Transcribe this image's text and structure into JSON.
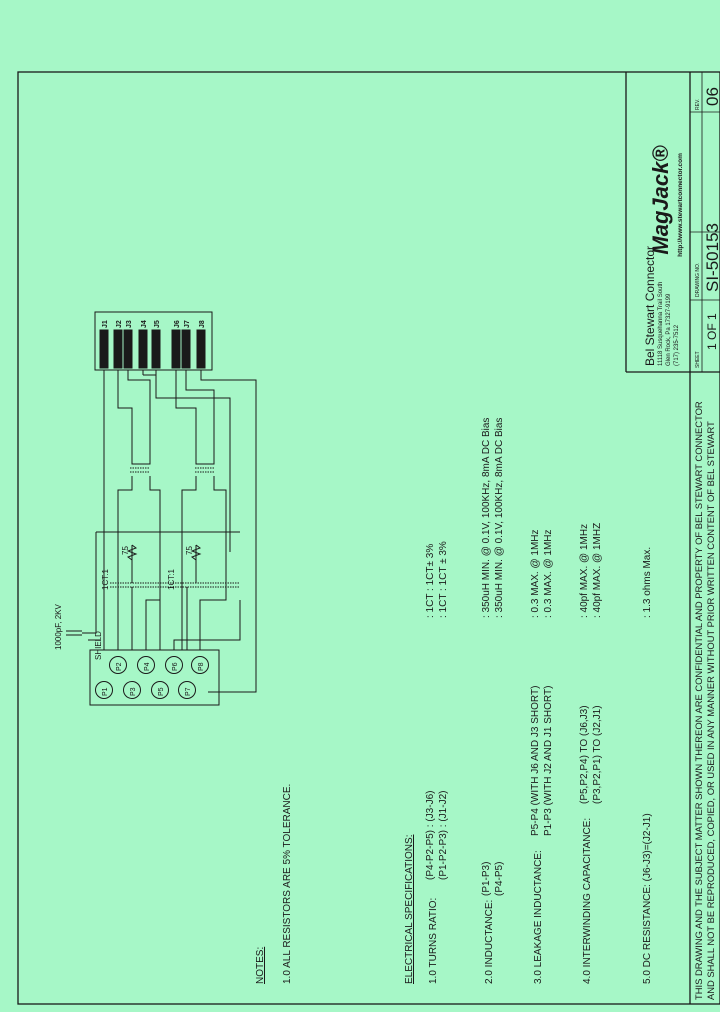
{
  "notes": {
    "heading": "NOTES:",
    "items": [
      "1.0  ALL RESISTORS ARE 5% TOLERANCE."
    ]
  },
  "specs": {
    "heading": "ELECTRICAL SPECIFICATIONS:",
    "rows": [
      {
        "label": "1.0  TURNS RATIO:",
        "cond": [
          "(P4-P2-P5) : (J3-J6)",
          "(P1-P2-P3) : (J1-J2)"
        ],
        "values": [
          ":  1CT : 1CT± 3%",
          ":  1CT : 1CT ± 3%"
        ]
      },
      {
        "label": "2.0  INDUCTANCE:",
        "cond": [
          "(P1-P3)",
          "(P4-P5)"
        ],
        "values": [
          ":  350uH MIN. @ 0.1V, 100KHz, 8mA DC Bias",
          ":  350uH MIN. @ 0.1V, 100KHz, 8mA DC Bias"
        ]
      },
      {
        "label": "3.0  LEAKAGE INDUCTANCE:",
        "cond": [
          "P5-P4  (WITH J6 AND J3 SHORT)",
          "P1-P3  (WITH J2 AND J1 SHORT)"
        ],
        "values": [
          ":  0.3 MAX. @ 1MHz",
          ":  0.3 MAX. @ 1MHz"
        ]
      },
      {
        "label": "4.0  INTERWINDING CAPACITANCE:",
        "cond": [
          "(P5,P2,P4) TO (J6,J3)",
          "(P3,P2,P1) TO (J2,J1)"
        ],
        "values": [
          ":  40pf MAX. @ 1MHz",
          ":  40pf MAX. @ 1MHZ"
        ]
      },
      {
        "label": "5.0  DC RESISTANCE: (J6-J3)=(J2-J1)",
        "cond": [],
        "values": [
          ":  1.3 ohms Max."
        ]
      }
    ]
  },
  "schematic": {
    "jack_pins": [
      "J1",
      "J2",
      "J3",
      "J4",
      "J5",
      "J6",
      "J7",
      "J8"
    ],
    "plug_pins": [
      "P1",
      "P2",
      "P3",
      "P4",
      "P5",
      "P6",
      "P7",
      "P8"
    ],
    "cap_label": "1000pF, 2KV",
    "shield_label": "SHIELD",
    "ct_label": "1CT:1",
    "resistor_label": "75"
  },
  "title_block": {
    "brand": "MagJack®",
    "company": "Bel Stewart Connector",
    "address": [
      "11118 Susquehanna Trail South",
      "Glen Rock, Pa  17327-9199",
      "(717) 235-7512"
    ],
    "website": "http://www.stewartconnector.com",
    "sheet_label": "SHEET",
    "sheet_value": "1 OF 1",
    "drawing_no_label": "DRAWING NO.",
    "drawing_no": "SI-50153",
    "rev_label": "REV.",
    "rev": "06"
  },
  "disclaimer": [
    "THIS DRAWING AND THE SUBJECT MATTER SHOWN THEREON ARE CONFIDENTIAL AND PROPERTY OF BEL STEWART CONNECTOR",
    "AND SHALL NOT BE REPRODUCED, COPIED, OR USED IN ANY MANNER WITHOUT PRIOR WRITTEN CONTENT OF BEL STEWART"
  ],
  "colors": {
    "background": "#a6f7c7",
    "ink": "#1a1a1a"
  }
}
